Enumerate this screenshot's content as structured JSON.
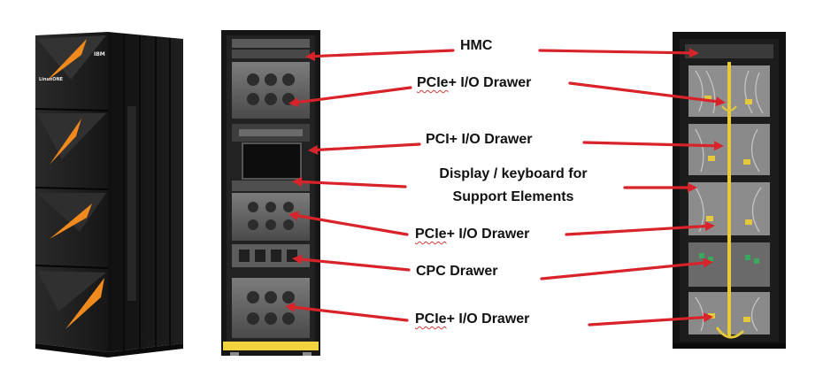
{
  "brand": {
    "ibm_logo": "IBM",
    "product_badge": "LinuxONE"
  },
  "labels": [
    {
      "id": "hmc",
      "text": "HMC"
    },
    {
      "id": "pcie-io-drawer-1",
      "prefix": "PCIe",
      "suffix": "+ I/O Drawer"
    },
    {
      "id": "pci-io-drawer",
      "text": "PCI+ I/O Drawer"
    },
    {
      "id": "display-keyboard",
      "line1": "Display / keyboard for",
      "line2": "Support Elements"
    },
    {
      "id": "pcie-io-drawer-2",
      "prefix": "PCIe",
      "suffix": "+ I/O Drawer"
    },
    {
      "id": "cpc-drawer",
      "text": "CPC Drawer"
    },
    {
      "id": "pcie-io-drawer-3",
      "prefix": "PCIe",
      "suffix": "+ I/O Drawer"
    }
  ],
  "colors": {
    "arrow": "#d8232a",
    "accent_orange": "#f08a1c",
    "cabinet_black": "#141414",
    "base_yellow": "#f2d53c",
    "cable_yellow": "#e6c93a"
  },
  "icons": {
    "arrow_head": "triangle"
  }
}
